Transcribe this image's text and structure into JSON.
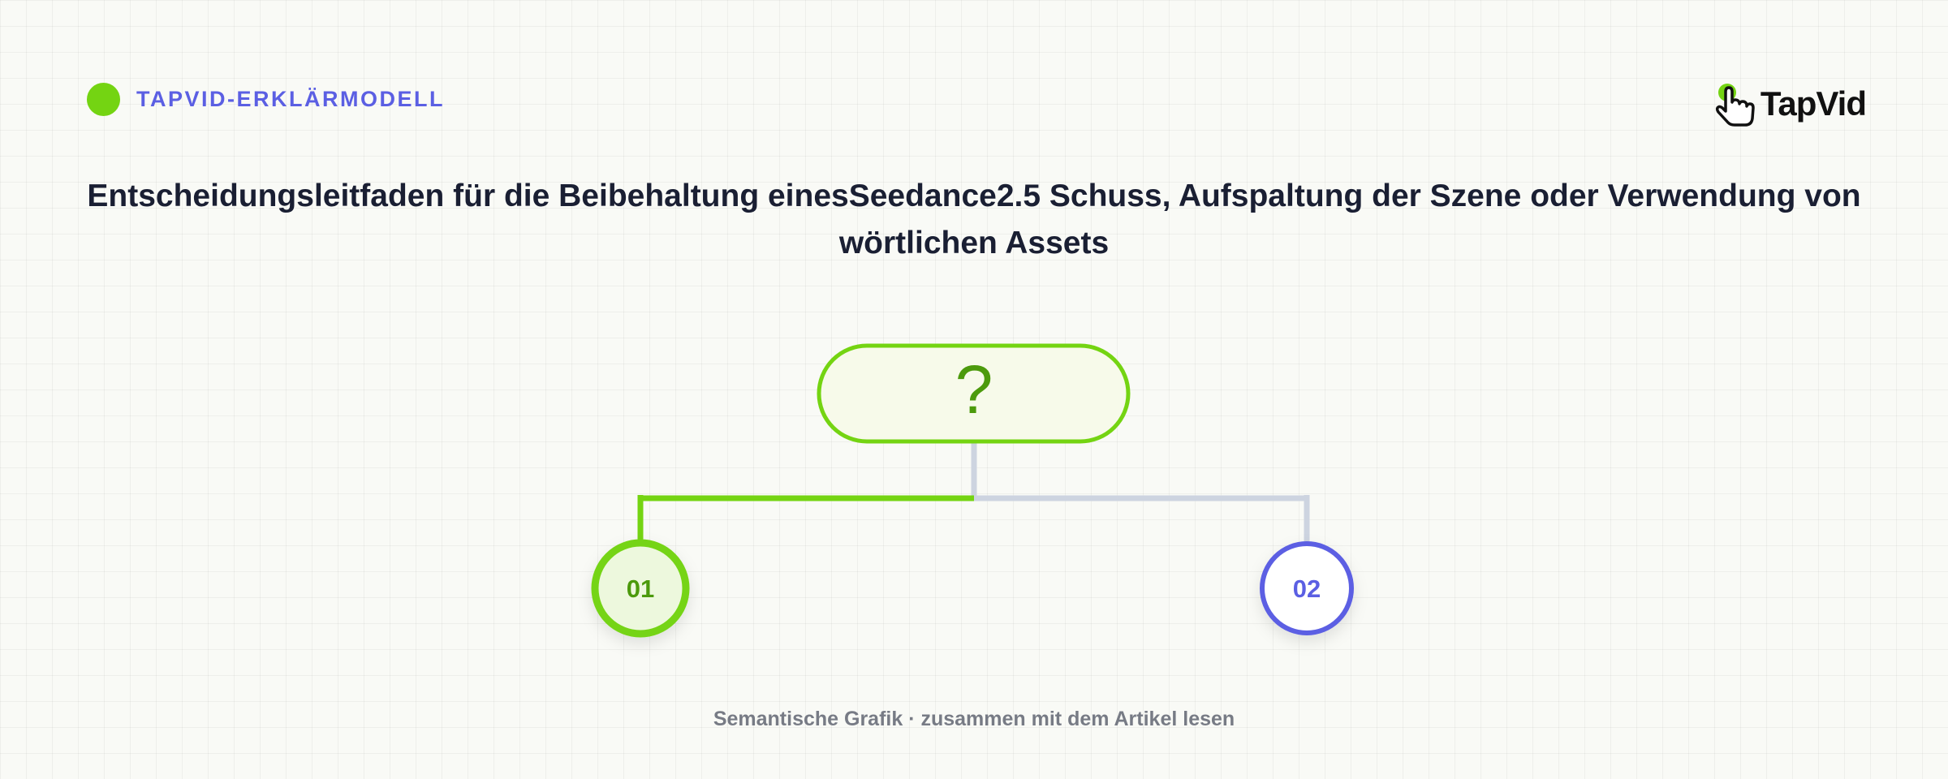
{
  "header": {
    "tag_label": "TAPVID-ERKLÄRMODELL",
    "logo_text": "TapVid",
    "logo_icon": "hand-pointer-icon"
  },
  "title": "Entscheidungsleitfaden für die Beibehaltung einesSeedance2.5 Schuss, Aufspaltung der Szene oder Verwendung von wörtlichen Assets",
  "diagram": {
    "root": {
      "label": "?"
    },
    "options": [
      {
        "label": "01",
        "color": "#74d412",
        "text_color": "#4c9a0c"
      },
      {
        "label": "02",
        "color": "#5b5fe3",
        "text_color": "#5b5fe3"
      }
    ],
    "connector_inactive_color": "#cdd4e0"
  },
  "footer": {
    "caption": "Semantische Grafik · zusammen mit dem Artikel lesen"
  },
  "colors": {
    "accent_green": "#74d412",
    "accent_indigo": "#5b5fe3",
    "title": "#1a1f33"
  }
}
